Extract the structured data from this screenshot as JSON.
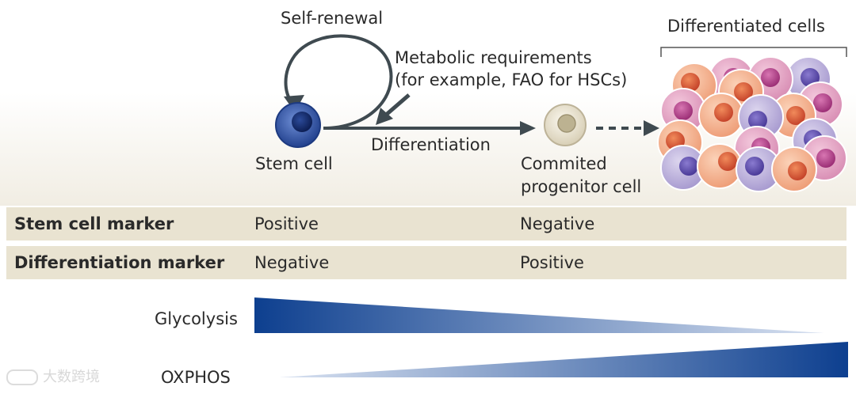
{
  "diagram": {
    "self_renewal_label": "Self-renewal",
    "metabolic_line1": "Metabolic requirements",
    "metabolic_line2": "(for example, FAO for HSCs)",
    "differentiation_label": "Differentiation",
    "stem_cell_label": "Stem cell",
    "progenitor_line1": "Commited",
    "progenitor_line2": "progenitor cell",
    "differentiated_label": "Differentiated cells"
  },
  "table": {
    "rows": [
      {
        "header": "Stem cell marker",
        "stem": "Positive",
        "progenitor": "Negative"
      },
      {
        "header": "Differentiation marker",
        "stem": "Negative",
        "progenitor": "Positive"
      }
    ]
  },
  "metabolism": {
    "glycolysis_label": "Glycolysis",
    "oxphos_label": "OXPHOS"
  },
  "watermark": {
    "text": "大数跨境"
  },
  "colors": {
    "stem_cell": "#3a5aa8",
    "progenitor": "#efe8d6",
    "arrow": "#3f4a50",
    "wedge_dark": "#0d3f8f",
    "wedge_light": "#d9e2f1",
    "table_row": "#e9e3d1"
  }
}
